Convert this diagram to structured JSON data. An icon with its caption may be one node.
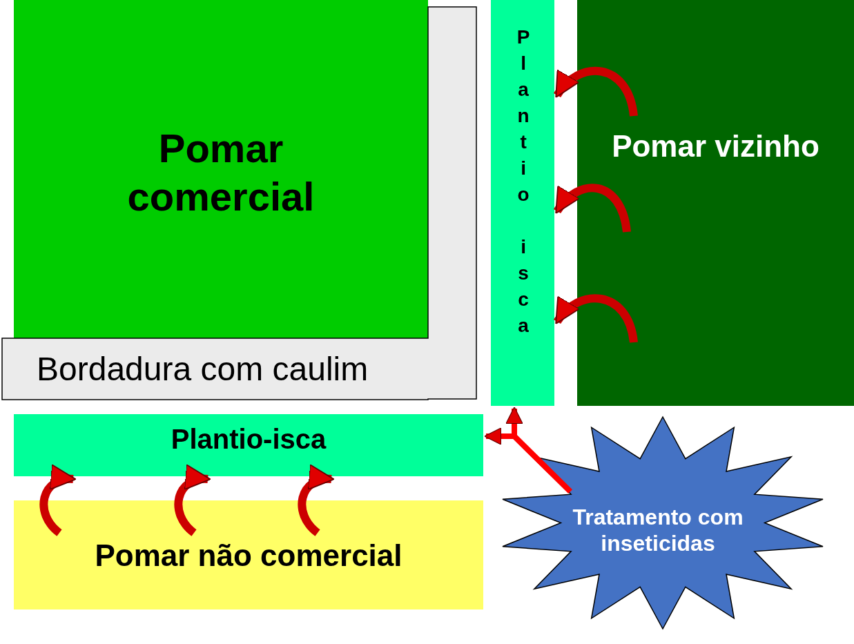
{
  "diagram": {
    "nodes": [
      {
        "text": [
          "Pomar comercial"
        ]
      },
      {
        "text": [
          "Bordadura com caulim"
        ]
      },
      {
        "text": [
          "Plantio isca"
        ]
      },
      {
        "text": [
          "Pomar vizinho"
        ]
      },
      {
        "text": [
          "Plantio-isca"
        ]
      },
      {
        "text": [
          "Pomar não comercial"
        ]
      },
      {
        "text": [
          "Tratamento com inseticidas"
        ]
      }
    ],
    "edges": [
      {
        "from": 3,
        "to": 2,
        "arrow": "to"
      },
      {
        "from": 3,
        "to": 2,
        "arrow": "to"
      },
      {
        "from": 3,
        "to": 2,
        "arrow": "to"
      },
      {
        "from": 5,
        "to": 4,
        "arrow": "to"
      },
      {
        "from": 5,
        "to": 4,
        "arrow": "to"
      },
      {
        "from": 5,
        "to": 4,
        "arrow": "to"
      },
      {
        "from": 6,
        "to": 2,
        "arrow": "to"
      },
      {
        "from": 6,
        "to": 4,
        "arrow": "to"
      }
    ]
  }
}
